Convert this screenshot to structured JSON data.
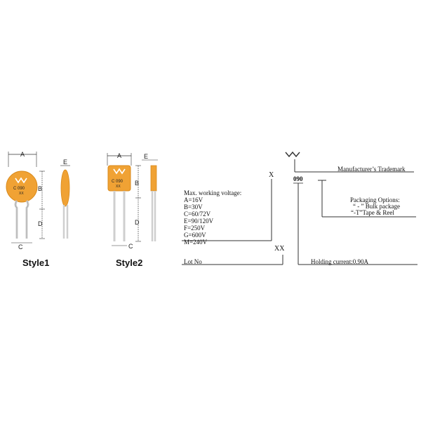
{
  "style1": {
    "label": "Style1",
    "body_marking_line1": "C 090",
    "body_marking_line2": "XX",
    "dim_a": "A",
    "dim_b": "B",
    "dim_c": "C",
    "dim_d": "D",
    "dim_e": "E"
  },
  "style2": {
    "label": "Style2",
    "body_marking_line1": "C 090",
    "body_marking_line2": "XX",
    "dim_a": "A",
    "dim_b": "B",
    "dim_c": "C",
    "dim_d": "D",
    "dim_e": "E"
  },
  "code": {
    "x_char": "X",
    "num": "090",
    "xx": "XX"
  },
  "labels": {
    "trademark": "Manufacturer’s Trademark",
    "voltage_title": "Max. working voltage:",
    "voltage_options": [
      "A=16V",
      "B=30V",
      "C=60/72V",
      "E=90/120V",
      "F=250V",
      "G=600V",
      "M=240V"
    ],
    "packaging_title": "Packaging Options:",
    "packaging_bulk": "“ - ” Bulk package",
    "packaging_tape": "“-T”Tape & Reel",
    "lot_no": "Lot No",
    "holding_current": "Holding current:0.90A"
  },
  "colors": {
    "body": "#f0a234",
    "body_edge": "#d98a1c",
    "lead": "#d8d8d8",
    "line": "#333333"
  }
}
